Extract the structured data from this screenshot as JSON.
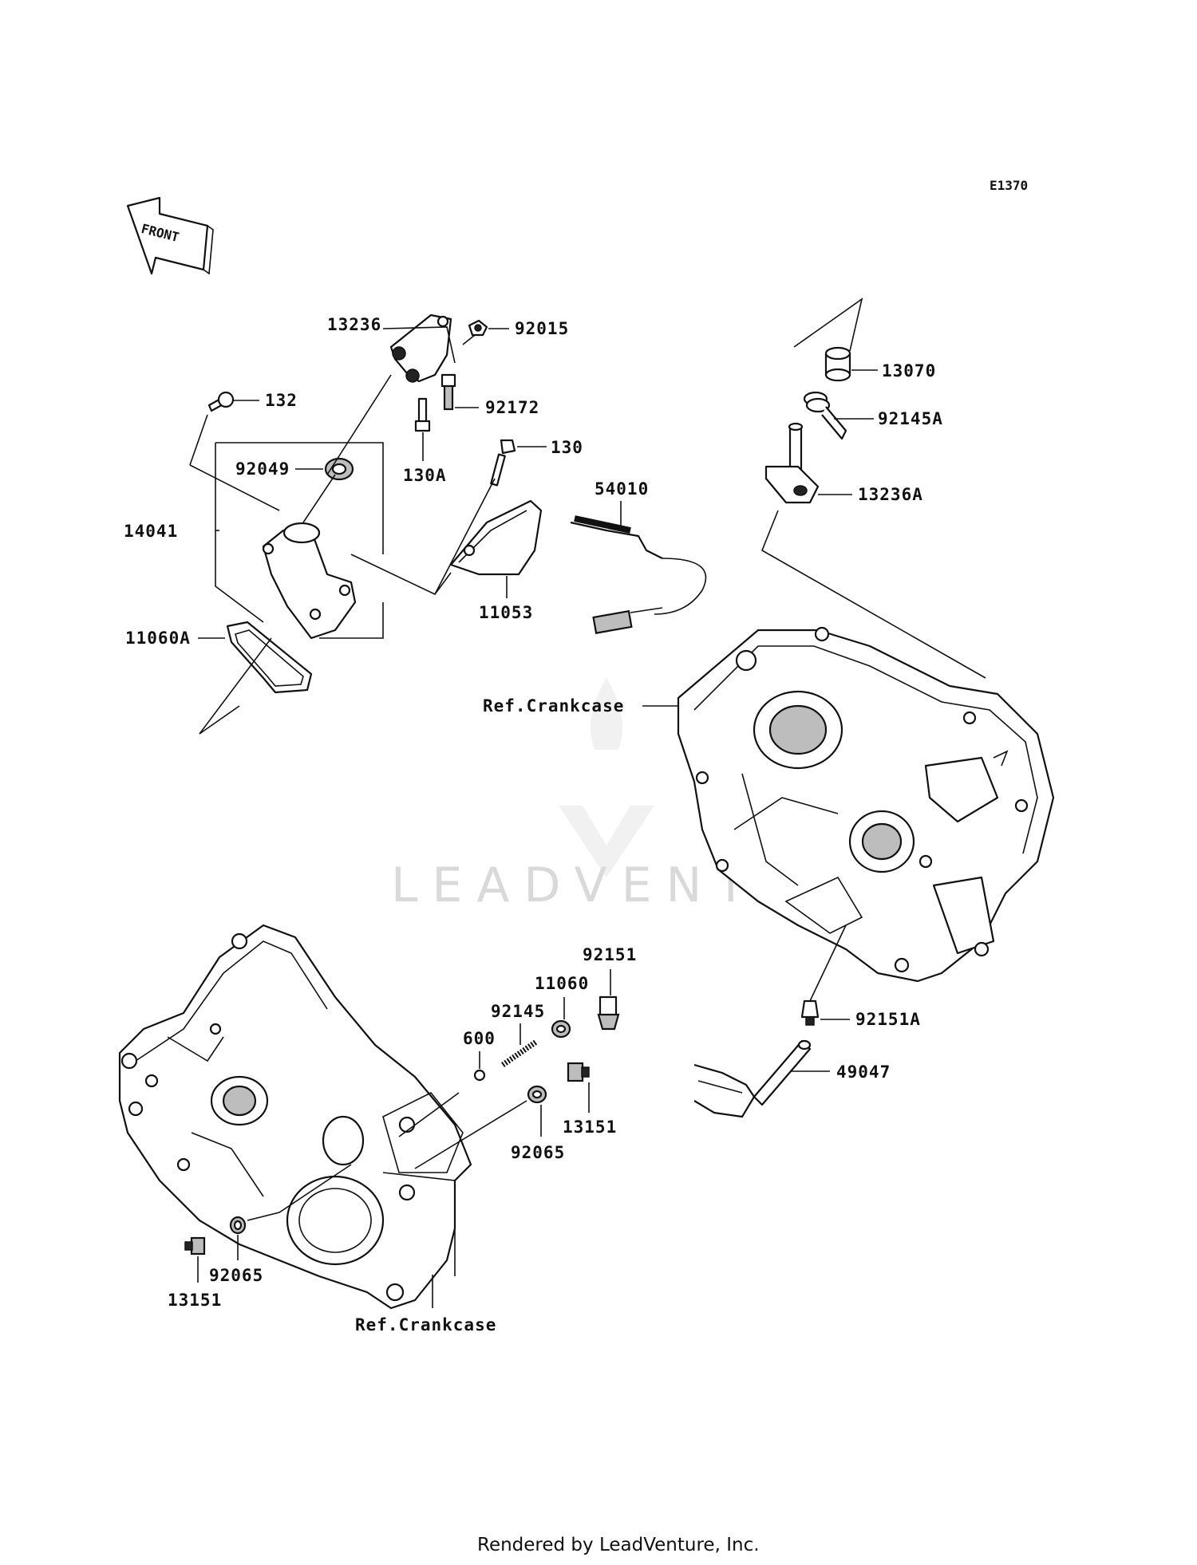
{
  "diagram": {
    "code": "E1370",
    "front_label": "FRONT",
    "watermark": "LEADVENTURE",
    "footer": "Rendered by LeadVenture, Inc.",
    "parts": {
      "p13236": "13236",
      "p92015": "92015",
      "p132": "132",
      "p92172": "92172",
      "p130A": "130A",
      "p92049": "92049",
      "p130": "130",
      "p54010": "54010",
      "p14041": "14041",
      "p11053": "11053",
      "p11060A": "11060A",
      "p13070": "13070",
      "p92145A": "92145A",
      "p13236A": "13236A",
      "refCrankcaseUpper": "Ref.Crankcase",
      "p92151": "92151",
      "p11060": "11060",
      "p92145": "92145",
      "p600": "600",
      "p92151A": "92151A",
      "p49047": "49047",
      "p13151": "13151",
      "p92065": "92065",
      "p92065b": "92065",
      "p13151b": "13151",
      "refCrankcaseLower": "Ref.Crankcase"
    }
  }
}
